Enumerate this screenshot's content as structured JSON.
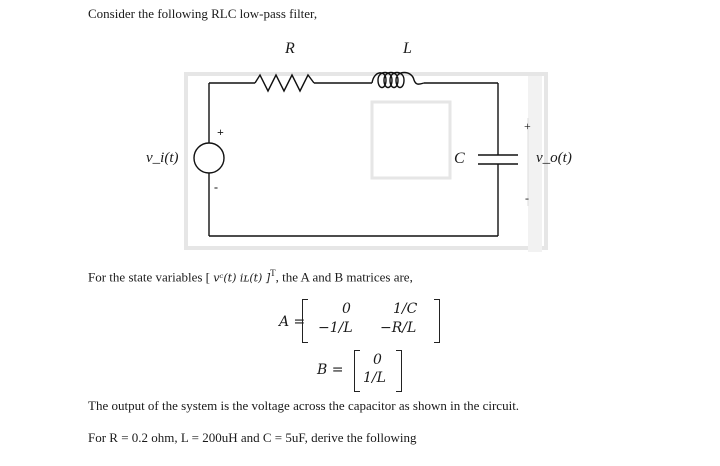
{
  "intro": "Consider the following RLC low-pass filter,",
  "circuit": {
    "resistor_label": "R",
    "inductor_label": "L",
    "capacitor_label": "C",
    "source_label": "v_i(t)",
    "output_label": "v_o(t)",
    "source_plus": "+",
    "source_minus": "-",
    "output_plus": "+",
    "output_minus": "-"
  },
  "state_text": {
    "prefix": "For the state variables [",
    "vars": "vᶜ(t)  iʟ(t) ]",
    "sup": "T",
    "suffix": ", the A and B matrices are,"
  },
  "matrix_A": {
    "name": "A =",
    "r1c1": "0",
    "r1c2": "1/C",
    "r2c1": "−1/L",
    "r2c2": "−R/L"
  },
  "matrix_B": {
    "name": "B =",
    "r1": "0",
    "r2": "1/L"
  },
  "output_text": "The output of the system is the voltage across the capacitor as shown in the circuit.",
  "given_text": "For R = 0.2 ohm, L = 200uH and C = 5uF, derive the following"
}
